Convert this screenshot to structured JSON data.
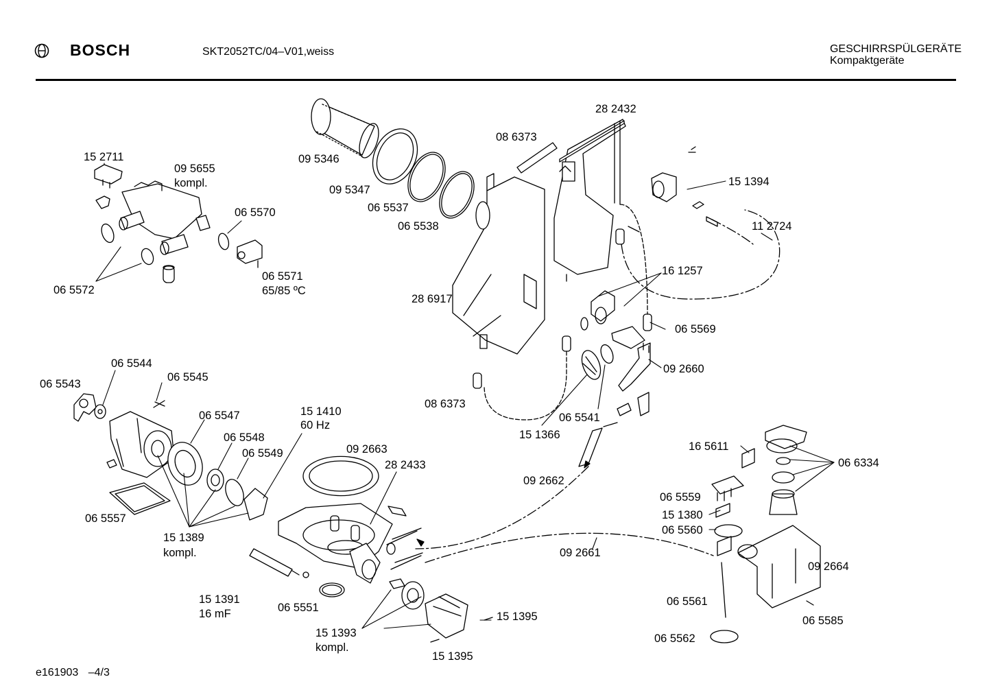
{
  "header": {
    "brand": "BOSCH",
    "model": "SKT2052TC/04–V01,weiss",
    "category_line1": "GESCHIRRSPÜLGERÄTE",
    "category_line2": "Kompaktgeräte"
  },
  "labels": {
    "p152711": "15 2711",
    "p095655": "09 5655",
    "p095655b": "kompl.",
    "p065570": "06 5570",
    "p065572": "06 5572",
    "p065571": "06 5571",
    "p065571b": "65/85  ºC",
    "p095346": "09 5346",
    "p095347": "09 5347",
    "p065537": "06 5537",
    "p065538": "06 5538",
    "p086373a": "08 6373",
    "p282432": "28 2432",
    "p151394": "15 1394",
    "p112724": "11 2724",
    "p161257": "16 1257",
    "p286917": "28 6917",
    "p065569": "06 5569",
    "p092660": "09 2660",
    "p086373b": "08 6373",
    "p065541": "06 5541",
    "p151366": "15 1366",
    "p065544": "06 5544",
    "p065543": "06 5543",
    "p065545": "06 5545",
    "p065547": "06 5547",
    "p151410": "15 1410",
    "p151410b": "60 Hz",
    "p065548": "06 5548",
    "p092663": "09 2663",
    "p065549": "06 5549",
    "p282433": "28 2433",
    "p065557": "06 5557",
    "p151389": "15 1389",
    "p151389b": "kompl.",
    "p092662": "09 2662",
    "p165611": "16 5611",
    "p066334": "06 6334",
    "p065559": "06 5559",
    "p151380": "15 1380",
    "p065560": "06 5560",
    "p092661": "09 2661",
    "p092664": "09 2664",
    "p151391": "15 1391",
    "p151391b": "16 mF",
    "p065551": "06 5551",
    "p151393": "15 1393",
    "p151393b": "kompl.",
    "p151395a": "15 1395",
    "p151395b": "15 1395",
    "p065561": "06 5561",
    "p065585": "06 5585",
    "p065562": "06 5562"
  },
  "footer": {
    "code": "e161903",
    "page": "–4/3"
  }
}
